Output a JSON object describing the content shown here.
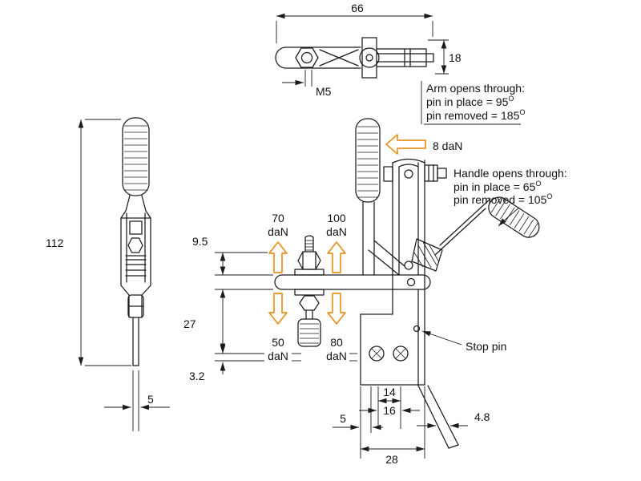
{
  "drawing": {
    "accent_color": "#e8921c",
    "line_color": "#1b1b1b"
  },
  "top_view": {
    "width": "66",
    "height": "18",
    "thread": "M5"
  },
  "front_view": {
    "height": "112",
    "rod_width": "5"
  },
  "side_view": {
    "spindle_offset": "9.5",
    "arm_drop": "27",
    "base_thickness": "3.2",
    "plate_thickness": "5",
    "hole_pitch_inner": "14",
    "hole_pitch": "16",
    "base_width": "28",
    "flange_thickness": "4.8",
    "stop_pin": "Stop pin"
  },
  "forces": {
    "handle": "8 daN",
    "up_left": {
      "value": "70",
      "unit": "daN"
    },
    "up_right": {
      "value": "100",
      "unit": "daN"
    },
    "down_left": {
      "value": "50",
      "unit": "daN"
    },
    "down_right": {
      "value": "80",
      "unit": "daN"
    }
  },
  "annotations": {
    "arm": {
      "title": "Arm opens through:",
      "pin_in_place": "pin in place = 95",
      "pin_in_place_sup": "O",
      "pin_removed": "pin removed = 185",
      "pin_removed_sup": "O"
    },
    "handle": {
      "title": "Handle opens through:",
      "pin_in_place": "pin in place = 65",
      "pin_in_place_sup": "O",
      "pin_removed": "pin removed = 105",
      "pin_removed_sup": "O"
    }
  }
}
